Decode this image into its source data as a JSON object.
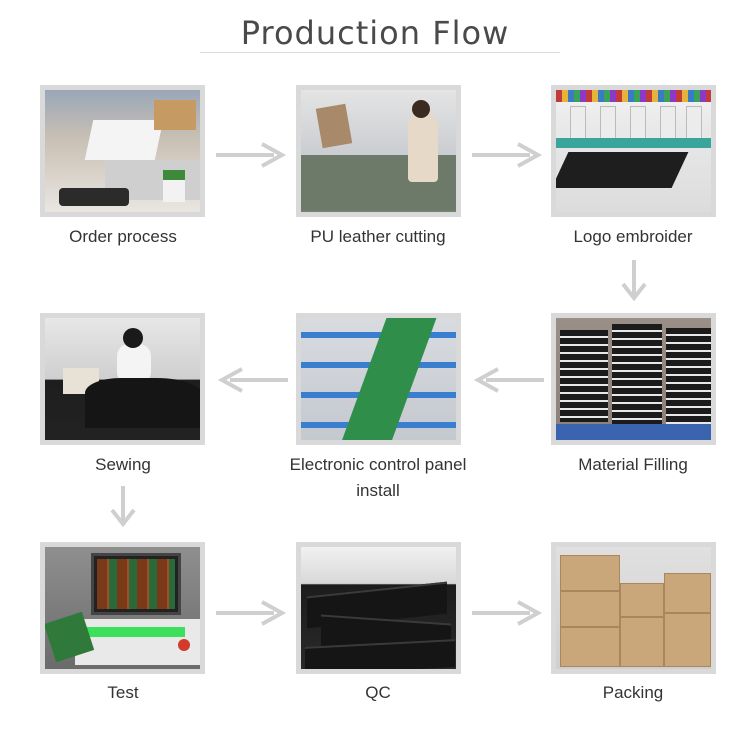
{
  "title": "Production Flow",
  "steps": [
    {
      "label": "Order process"
    },
    {
      "label": "PU leather cutting"
    },
    {
      "label": "Logo embroider"
    },
    {
      "label": "Material Filling"
    },
    {
      "label": "Electronic control panel install"
    },
    {
      "label": "Sewing"
    },
    {
      "label": "Test"
    },
    {
      "label": "QC"
    },
    {
      "label": "Packing"
    }
  ],
  "colors": {
    "frame": "#d9d9d9",
    "arrow": "#cfcfcf",
    "title": "#4a4a4a"
  },
  "icons": {
    "arrow_right": "arrow-right-icon",
    "arrow_left": "arrow-left-icon",
    "arrow_down": "arrow-down-icon"
  }
}
